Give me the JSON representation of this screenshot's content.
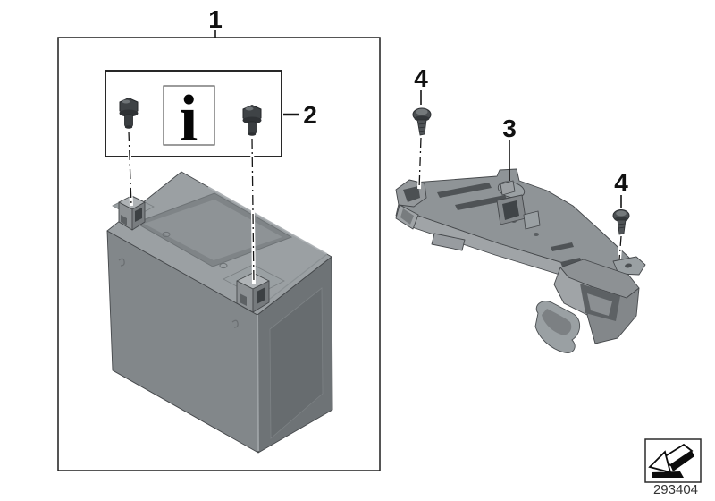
{
  "diagram": {
    "kind": "exploded-parts-diagram",
    "background": "#ffffff",
    "callouts": {
      "c1": "1",
      "c2": "2",
      "c3": "3",
      "c4a": "4",
      "c4b": "4"
    },
    "info_symbol": "i",
    "drawing_number": "293404",
    "icons": {
      "info": "info-icon",
      "direction_arrow": "direction-arrow-icon"
    },
    "colors": {
      "line": "#1d1d1d",
      "part_gray_top": "#9ba0a3",
      "part_gray_side": "#82878a",
      "part_gray_dark": "#6e7376",
      "recess_dark": "#55595c",
      "screw_dark": "#3f4346"
    }
  }
}
